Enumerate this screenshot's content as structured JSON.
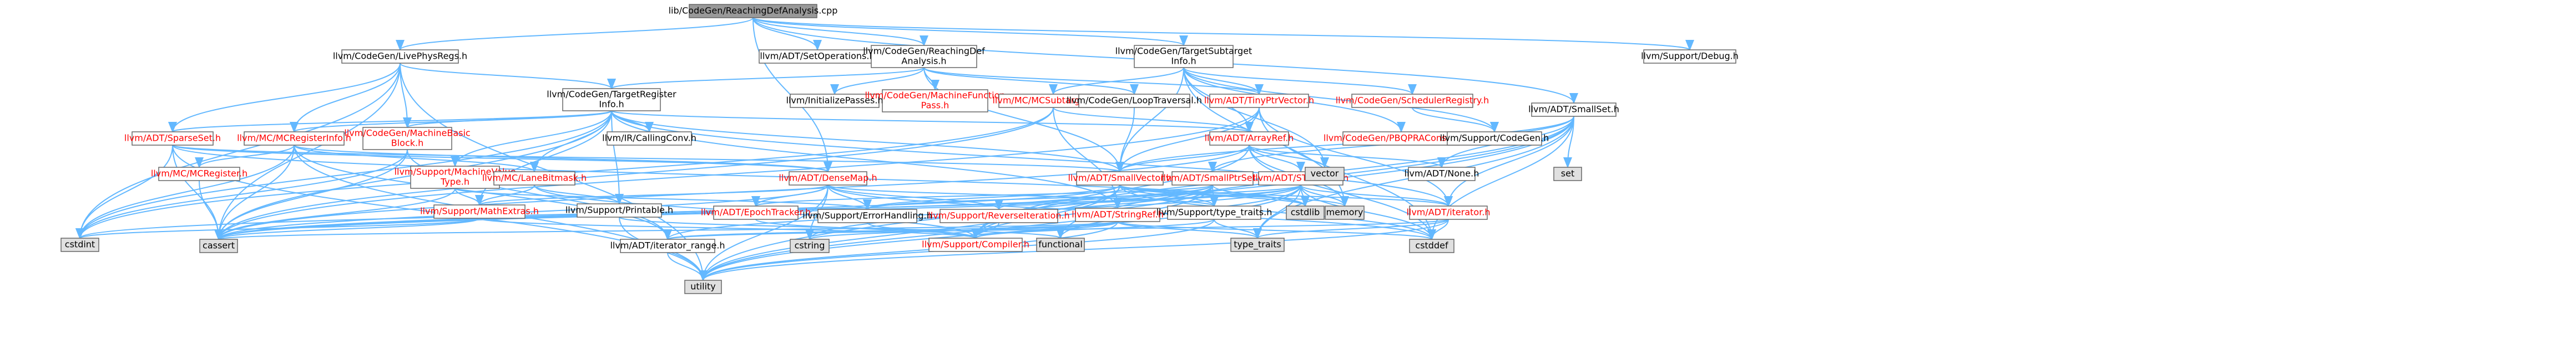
{
  "style": {
    "edge_color": "#63b8ff",
    "root_fill": "#999999",
    "link_fill": "#ffffff",
    "link_text": "#000000",
    "red_text": "#ff0000",
    "std_fill": "#e0e0e0"
  },
  "nodes": [
    {
      "id": "root",
      "label": [
        "lib/CodeGen/ReachingDefAnalysis.cpp"
      ],
      "kind": "root"
    },
    {
      "id": "livephys",
      "label": [
        "llvm/CodeGen/LivePhysRegs.h"
      ],
      "kind": "link"
    },
    {
      "id": "setops",
      "label": [
        "llvm/ADT/SetOperations.h"
      ],
      "kind": "link"
    },
    {
      "id": "rda",
      "label": [
        "llvm/CodeGen/ReachingDef",
        "Analysis.h"
      ],
      "kind": "link"
    },
    {
      "id": "tsi",
      "label": [
        "llvm/CodeGen/TargetSubtarget",
        "Info.h"
      ],
      "kind": "link"
    },
    {
      "id": "debug",
      "label": [
        "llvm/Support/Debug.h"
      ],
      "kind": "link"
    },
    {
      "id": "tri",
      "label": [
        "llvm/CodeGen/TargetRegister",
        "Info.h"
      ],
      "kind": "link"
    },
    {
      "id": "initpasses",
      "label": [
        "llvm/InitializePasses.h"
      ],
      "kind": "link"
    },
    {
      "id": "mfp",
      "label": [
        "llvm/CodeGen/MachineFunction",
        "Pass.h"
      ],
      "kind": "red"
    },
    {
      "id": "mcsti",
      "label": [
        "llvm/MC/MCSubtargetInfo.h"
      ],
      "kind": "red"
    },
    {
      "id": "looptrav",
      "label": [
        "llvm/CodeGen/LoopTraversal.h"
      ],
      "kind": "link"
    },
    {
      "id": "tinyptr",
      "label": [
        "llvm/ADT/TinyPtrVector.h"
      ],
      "kind": "red"
    },
    {
      "id": "schedreg",
      "label": [
        "llvm/CodeGen/SchedulerRegistry.h"
      ],
      "kind": "red"
    },
    {
      "id": "smallset",
      "label": [
        "llvm/ADT/SmallSet.h"
      ],
      "kind": "link"
    },
    {
      "id": "sparseset",
      "label": [
        "llvm/ADT/SparseSet.h"
      ],
      "kind": "red"
    },
    {
      "id": "mcreginfo",
      "label": [
        "llvm/MC/MCRegisterInfo.h"
      ],
      "kind": "red"
    },
    {
      "id": "mbb",
      "label": [
        "llvm/CodeGen/MachineBasic",
        "Block.h"
      ],
      "kind": "red"
    },
    {
      "id": "callingconv",
      "label": [
        "llvm/IR/CallingConv.h"
      ],
      "kind": "link"
    },
    {
      "id": "arrayref",
      "label": [
        "llvm/ADT/ArrayRef.h"
      ],
      "kind": "red"
    },
    {
      "id": "pbqp",
      "label": [
        "llvm/CodeGen/PBQPRAConstraint.h"
      ],
      "kind": "red"
    },
    {
      "id": "supcodegen",
      "label": [
        "llvm/Support/CodeGen.h"
      ],
      "kind": "link"
    },
    {
      "id": "mcregister",
      "label": [
        "llvm/MC/MCRegister.h"
      ],
      "kind": "red"
    },
    {
      "id": "mvt",
      "label": [
        "llvm/Support/MachineValue",
        "Type.h"
      ],
      "kind": "red"
    },
    {
      "id": "lanebitmask",
      "label": [
        "llvm/MC/LaneBitmask.h"
      ],
      "kind": "red"
    },
    {
      "id": "densemap",
      "label": [
        "llvm/ADT/DenseMap.h"
      ],
      "kind": "red"
    },
    {
      "id": "smallvector",
      "label": [
        "llvm/ADT/SmallVector.h"
      ],
      "kind": "red"
    },
    {
      "id": "smallptrset",
      "label": [
        "llvm/ADT/SmallPtrSet.h"
      ],
      "kind": "red"
    },
    {
      "id": "stlextras",
      "label": [
        "llvm/ADT/STLExtras.h"
      ],
      "kind": "red"
    },
    {
      "id": "none",
      "label": [
        "llvm/ADT/None.h"
      ],
      "kind": "link"
    },
    {
      "id": "vector",
      "label": [
        "vector"
      ],
      "kind": "std"
    },
    {
      "id": "set",
      "label": [
        "set"
      ],
      "kind": "std"
    },
    {
      "id": "mathextras",
      "label": [
        "llvm/Support/MathExtras.h"
      ],
      "kind": "red"
    },
    {
      "id": "printable",
      "label": [
        "llvm/Support/Printable.h"
      ],
      "kind": "link"
    },
    {
      "id": "epoch",
      "label": [
        "llvm/ADT/EpochTracker.h"
      ],
      "kind": "red"
    },
    {
      "id": "errhandling",
      "label": [
        "llvm/Support/ErrorHandling.h"
      ],
      "kind": "link"
    },
    {
      "id": "revit",
      "label": [
        "llvm/Support/ReverseIteration.h"
      ],
      "kind": "red"
    },
    {
      "id": "stringref",
      "label": [
        "llvm/ADT/StringRef.h"
      ],
      "kind": "red"
    },
    {
      "id": "typetraits",
      "label": [
        "llvm/Support/type_traits.h"
      ],
      "kind": "link"
    },
    {
      "id": "cstdlib",
      "label": [
        "cstdlib"
      ],
      "kind": "std"
    },
    {
      "id": "memory",
      "label": [
        "memory"
      ],
      "kind": "std"
    },
    {
      "id": "iterator",
      "label": [
        "llvm/ADT/iterator.h"
      ],
      "kind": "red"
    },
    {
      "id": "cstdint",
      "label": [
        "cstdint"
      ],
      "kind": "std"
    },
    {
      "id": "cassert",
      "label": [
        "cassert"
      ],
      "kind": "std"
    },
    {
      "id": "itrange",
      "label": [
        "llvm/ADT/iterator_range.h"
      ],
      "kind": "link"
    },
    {
      "id": "cstring",
      "label": [
        "cstring"
      ],
      "kind": "std"
    },
    {
      "id": "compiler",
      "label": [
        "llvm/Support/Compiler.h"
      ],
      "kind": "red"
    },
    {
      "id": "functional",
      "label": [
        "functional"
      ],
      "kind": "std"
    },
    {
      "id": "typetraitsstd",
      "label": [
        "type_traits"
      ],
      "kind": "std"
    },
    {
      "id": "cstddef",
      "label": [
        "cstddef"
      ],
      "kind": "std"
    },
    {
      "id": "utility",
      "label": [
        "utility"
      ],
      "kind": "std"
    }
  ],
  "edges": [
    [
      "root",
      "livephys"
    ],
    [
      "root",
      "setops"
    ],
    [
      "root",
      "rda"
    ],
    [
      "root",
      "tsi"
    ],
    [
      "root",
      "debug"
    ],
    [
      "root",
      "smallset"
    ],
    [
      "root",
      "densemap"
    ],
    [
      "livephys",
      "tri"
    ],
    [
      "livephys",
      "sparseset"
    ],
    [
      "livephys",
      "mcreginfo"
    ],
    [
      "livephys",
      "mbb"
    ],
    [
      "livephys",
      "cassert"
    ],
    [
      "livephys",
      "cstdint"
    ],
    [
      "livephys",
      "utility"
    ],
    [
      "rda",
      "tri"
    ],
    [
      "rda",
      "initpasses"
    ],
    [
      "rda",
      "mfp"
    ],
    [
      "rda",
      "looptrav"
    ],
    [
      "rda",
      "tinyptr"
    ],
    [
      "rda",
      "smallvector"
    ],
    [
      "tsi",
      "mcsti"
    ],
    [
      "tsi",
      "tinyptr"
    ],
    [
      "tsi",
      "schedreg"
    ],
    [
      "tsi",
      "pbqp"
    ],
    [
      "tsi",
      "supcodegen"
    ],
    [
      "tsi",
      "arrayref"
    ],
    [
      "tsi",
      "smallvector"
    ],
    [
      "tsi",
      "vector"
    ],
    [
      "tsi",
      "memory"
    ],
    [
      "tri",
      "sparseset"
    ],
    [
      "tri",
      "mcreginfo"
    ],
    [
      "tri",
      "mbb"
    ],
    [
      "tri",
      "callingconv"
    ],
    [
      "tri",
      "arrayref"
    ],
    [
      "tri",
      "mvt"
    ],
    [
      "tri",
      "lanebitmask"
    ],
    [
      "tri",
      "mathextras"
    ],
    [
      "tri",
      "printable"
    ],
    [
      "tri",
      "smallvector"
    ],
    [
      "tri",
      "stringref"
    ],
    [
      "tri",
      "iterator"
    ],
    [
      "tri",
      "cassert"
    ],
    [
      "tri",
      "cstdint"
    ],
    [
      "mcsti",
      "arrayref"
    ],
    [
      "mcsti",
      "stringref"
    ],
    [
      "mcsti",
      "cassert"
    ],
    [
      "mcsti",
      "cstdint"
    ],
    [
      "looptrav",
      "smallvector"
    ],
    [
      "tinyptr",
      "arrayref"
    ],
    [
      "tinyptr",
      "smallvector"
    ],
    [
      "tinyptr",
      "cassert"
    ],
    [
      "tinyptr",
      "cstddef"
    ],
    [
      "tinyptr",
      "iterator"
    ],
    [
      "schedreg",
      "supcodegen"
    ],
    [
      "smallset",
      "smallptrset"
    ],
    [
      "smallset",
      "smallvector"
    ],
    [
      "smallset",
      "none"
    ],
    [
      "smallset",
      "iterator"
    ],
    [
      "smallset",
      "compiler"
    ],
    [
      "smallset",
      "type_traits"
    ],
    [
      "smallset",
      "cstddef"
    ],
    [
      "smallset",
      "functional"
    ],
    [
      "smallset",
      "set"
    ],
    [
      "smallset",
      "utility"
    ],
    [
      "smallset",
      "typetraitsstd"
    ],
    [
      "sparseset",
      "densemap"
    ],
    [
      "sparseset",
      "smallvector"
    ],
    [
      "sparseset",
      "cassert"
    ],
    [
      "sparseset",
      "cstdint"
    ],
    [
      "sparseset",
      "utility"
    ],
    [
      "sparseset",
      "cstdlib"
    ],
    [
      "mcreginfo",
      "mcregister"
    ],
    [
      "mcreginfo",
      "lanebitmask"
    ],
    [
      "mcreginfo",
      "densemap"
    ],
    [
      "mcreginfo",
      "itrange"
    ],
    [
      "mcreginfo",
      "cassert"
    ],
    [
      "mcreginfo",
      "cstdint"
    ],
    [
      "mcreginfo",
      "utility"
    ],
    [
      "mbb",
      "itrange"
    ],
    [
      "mbb",
      "cassert"
    ],
    [
      "mbb",
      "cstdint"
    ],
    [
      "arrayref",
      "smallvector"
    ],
    [
      "arrayref",
      "stlextras"
    ],
    [
      "arrayref",
      "none"
    ],
    [
      "arrayref",
      "compiler"
    ],
    [
      "arrayref",
      "vector"
    ],
    [
      "arrayref",
      "memory"
    ],
    [
      "arrayref",
      "cassert"
    ],
    [
      "arrayref",
      "cstddef"
    ],
    [
      "mcregister",
      "cassert"
    ],
    [
      "mvt",
      "mathextras"
    ],
    [
      "mvt",
      "errhandling"
    ],
    [
      "mvt",
      "cassert"
    ],
    [
      "lanebitmask",
      "printable"
    ],
    [
      "lanebitmask",
      "mathextras"
    ],
    [
      "lanebitmask",
      "compiler"
    ],
    [
      "densemap",
      "epoch"
    ],
    [
      "densemap",
      "mathextras"
    ],
    [
      "densemap",
      "errhandling"
    ],
    [
      "densemap",
      "revit"
    ],
    [
      "densemap",
      "typetraits"
    ],
    [
      "densemap",
      "cassert"
    ],
    [
      "densemap",
      "cstddef"
    ],
    [
      "densemap",
      "cstring"
    ],
    [
      "densemap",
      "utility"
    ],
    [
      "smallvector",
      "errhandling"
    ],
    [
      "smallvector",
      "typetraits"
    ],
    [
      "smallvector",
      "compiler"
    ],
    [
      "smallvector",
      "iterator"
    ],
    [
      "smallvector",
      "cstdlib"
    ],
    [
      "smallvector",
      "memory"
    ],
    [
      "smallvector",
      "cstddef"
    ],
    [
      "smallvector",
      "cassert"
    ],
    [
      "smallvector",
      "utility"
    ],
    [
      "smallptrset",
      "epoch"
    ],
    [
      "smallptrset",
      "revit"
    ],
    [
      "smallptrset",
      "typetraits"
    ],
    [
      "smallptrset",
      "compiler"
    ],
    [
      "smallptrset",
      "cstdlib"
    ],
    [
      "smallptrset",
      "cassert"
    ],
    [
      "smallptrset",
      "utility"
    ],
    [
      "smallptrset",
      "cstring"
    ],
    [
      "stlextras",
      "itrange"
    ],
    [
      "stlextras",
      "iterator"
    ],
    [
      "stlextras",
      "errhandling"
    ],
    [
      "stlextras",
      "typetraitsstd"
    ],
    [
      "stlextras",
      "cstddef"
    ],
    [
      "stlextras",
      "memory"
    ],
    [
      "stlextras",
      "functional"
    ],
    [
      "stlextras",
      "utility"
    ],
    [
      "stlextras",
      "cstdlib"
    ],
    [
      "stlextras",
      "cassert"
    ],
    [
      "stlextras",
      "cstdint"
    ],
    [
      "mathextras",
      "compiler"
    ],
    [
      "mathextras",
      "cassert"
    ],
    [
      "mathextras",
      "cstdint"
    ],
    [
      "printable",
      "functional"
    ],
    [
      "printable",
      "utility"
    ],
    [
      "epoch",
      "compiler"
    ],
    [
      "errhandling",
      "compiler"
    ],
    [
      "revit",
      "compiler"
    ],
    [
      "stringref",
      "itrange"
    ],
    [
      "stringref",
      "compiler"
    ],
    [
      "stringref",
      "cassert"
    ],
    [
      "stringref",
      "cstring"
    ],
    [
      "stringref",
      "utility"
    ],
    [
      "stringref",
      "typetraitsstd"
    ],
    [
      "stringref",
      "cstddef"
    ],
    [
      "typetraits",
      "compiler"
    ],
    [
      "typetraits",
      "typetraitsstd"
    ],
    [
      "typetraits",
      "utility"
    ],
    [
      "iterator",
      "itrange"
    ],
    [
      "iterator",
      "typetraitsstd"
    ],
    [
      "iterator",
      "cstddef"
    ],
    [
      "iterator",
      "utility"
    ],
    [
      "itrange",
      "utility"
    ]
  ]
}
